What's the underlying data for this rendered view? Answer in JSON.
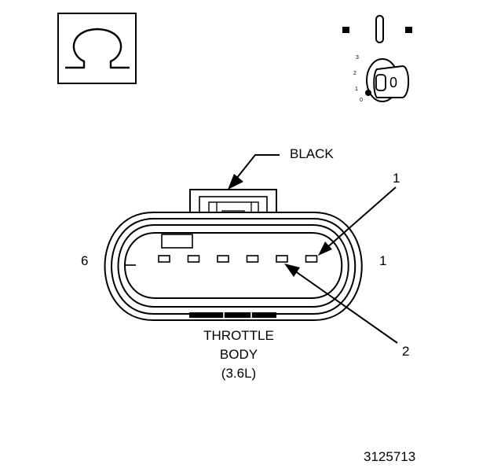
{
  "ohm_symbol": {
    "icon": "ohm-icon",
    "glyph": "Ω"
  },
  "ignition_switch": {
    "icon": "ignition-key-icon",
    "positions": [
      "3",
      "2",
      "1",
      "0"
    ],
    "key_label": "0"
  },
  "connector": {
    "color_label": "BLACK",
    "pin_count": 6,
    "left_pin_label": "6",
    "right_pin_label": "1",
    "callout_1": "1",
    "callout_2": "2"
  },
  "caption": {
    "line1": "THROTTLE",
    "line2": "BODY",
    "line3": "(3.6L)"
  },
  "figure_number": "3125713"
}
